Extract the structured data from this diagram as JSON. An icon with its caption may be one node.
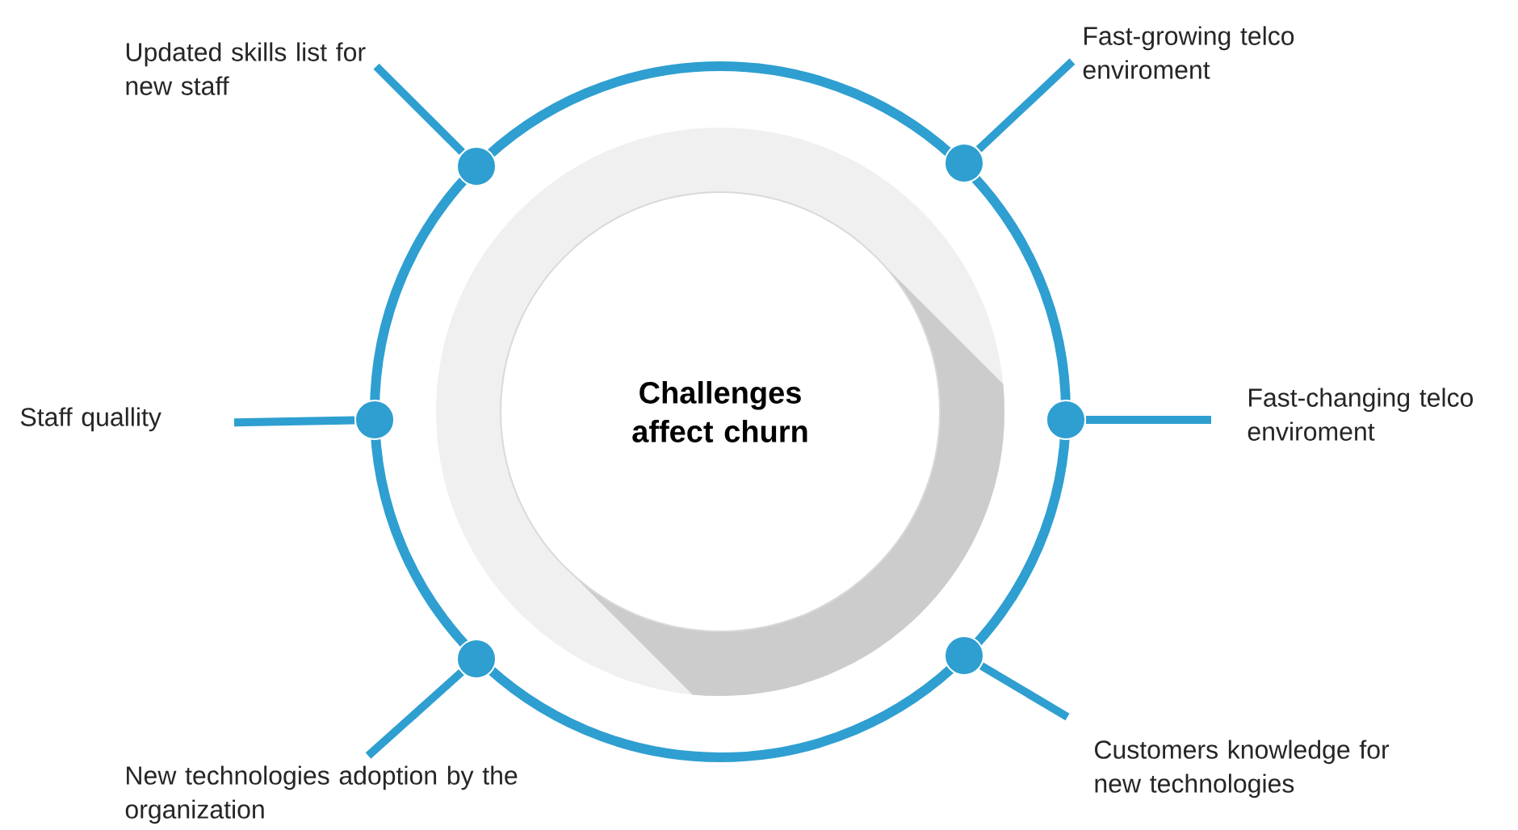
{
  "diagram": {
    "nodes": [
      {
        "text": [
          "Challenges affect churn"
        ]
      },
      {
        "text": [
          "Updated skills list for new staff"
        ]
      },
      {
        "text": [
          "Fast-growing telco enviroment"
        ]
      },
      {
        "text": [
          "Staff quallity"
        ]
      },
      {
        "text": [
          "Fast-changing telco enviroment"
        ]
      },
      {
        "text": [
          "New technologies adoption by the organization"
        ]
      },
      {
        "text": [
          "Customers knowledge for new technologies"
        ]
      },
      {
        "text": [],
        "shape": "circle"
      },
      {
        "text": [],
        "shape": "circle"
      },
      {
        "text": [],
        "shape": "circle"
      },
      {
        "text": [],
        "shape": "circle"
      },
      {
        "text": [],
        "shape": "circle"
      },
      {
        "text": [],
        "shape": "circle"
      }
    ],
    "edges": [
      {
        "from": 1,
        "to": 7,
        "arrow": "none"
      },
      {
        "from": 2,
        "to": 8,
        "arrow": "none"
      },
      {
        "from": 3,
        "to": 9,
        "arrow": "none"
      },
      {
        "from": 4,
        "to": 10,
        "arrow": "none"
      },
      {
        "from": 5,
        "to": 11,
        "arrow": "none"
      },
      {
        "from": 6,
        "to": 12,
        "arrow": "none"
      }
    ]
  }
}
